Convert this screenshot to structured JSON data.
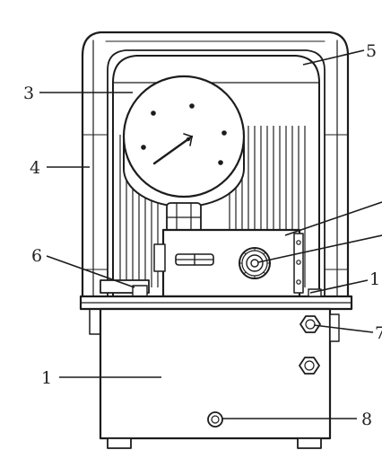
{
  "callouts": [
    {
      "id": "c1",
      "text": "1"
    },
    {
      "id": "c3",
      "text": "3"
    },
    {
      "id": "c4",
      "text": "4"
    },
    {
      "id": "c5",
      "text": "5"
    },
    {
      "id": "c6",
      "text": "6"
    },
    {
      "id": "c8",
      "text": "8"
    },
    {
      "id": "c1r",
      "text": "1"
    },
    {
      "id": "c7",
      "text": "7"
    }
  ],
  "colors": {
    "ink": "#1c1c1c",
    "paper": "#ffffff"
  }
}
